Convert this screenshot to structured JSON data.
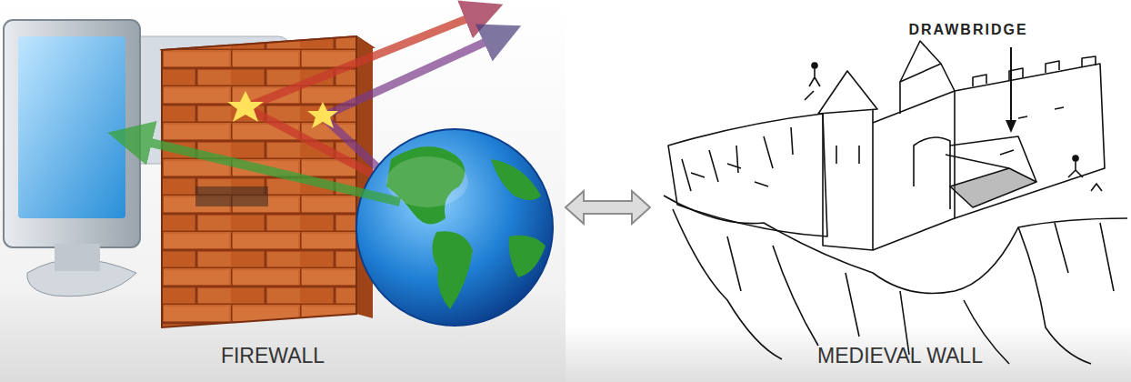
{
  "diagram": {
    "labels": [
      "DRAWBRIDGE",
      "FIREWALL",
      "MEDIEVAL WALL"
    ]
  }
}
